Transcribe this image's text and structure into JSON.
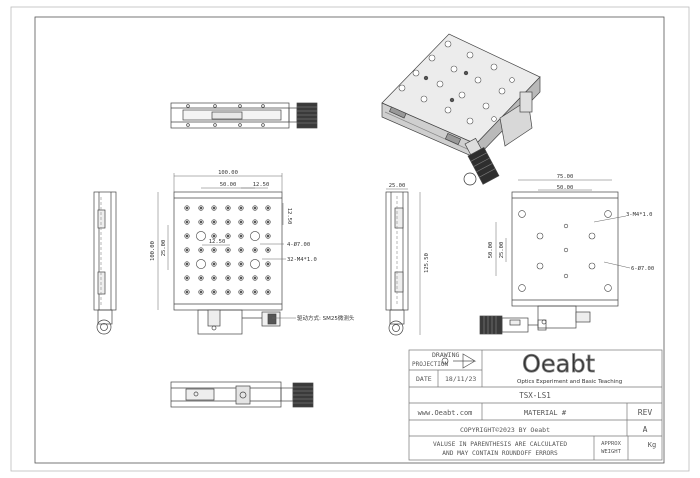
{
  "drawing": {
    "top_view_dims": {
      "width_total": "100.00",
      "hole_span": "50.00",
      "hole_pitch_x": "12.50",
      "hole_pitch_y": "12.50",
      "height_total": "100.00",
      "half_height": "25.00",
      "center_pitch": "12.50",
      "hole_callout_1": "4-Ø7.00",
      "hole_callout_2": "32-M4*1.0",
      "drive_note": "驱动方式: SM25微测头"
    },
    "side_view_dims": {
      "top_width": "25.00",
      "height": "125.50"
    },
    "bottom_view_dims": {
      "width_total": "75.00",
      "hole_span": "50.00",
      "height_span": "50.00",
      "half_height": "25.00",
      "hole_callout_1": "3-M4*1.0",
      "hole_callout_2": "6-Ø7.00"
    }
  },
  "title_block": {
    "drawing_label": "DRAWING",
    "projection_label": "PROJECTION",
    "date_label": "DATE",
    "date_value": "18/11/23",
    "logo_text": "Oeabt",
    "logo_tagline": "Optics Experiment and Basic Teaching",
    "part_number": "TSX-LS1",
    "website": "www.Oeabt.com",
    "material_label": "MATERIAL #",
    "rev_label": "REV",
    "rev_value": "A",
    "copyright": "COPYRIGHT©2023 BY Oeabt",
    "note_line1": "VALUSE IN PARENTHESIS ARE CALCULATED",
    "note_line2": "AND MAY CONTAIN ROUNDOFF ERRORS",
    "approx_label": "APPROX",
    "weight_label": "WEIGHT",
    "weight_unit": "Kg"
  }
}
